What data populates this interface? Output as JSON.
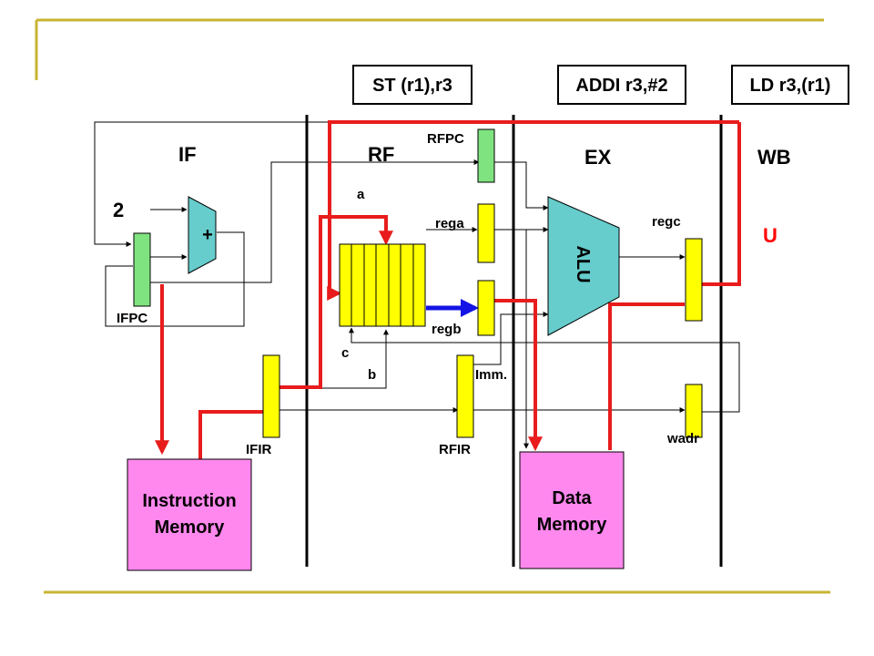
{
  "instructions": [
    "ST (r1),r3",
    "ADDI r3,#2",
    "LD r3,(r1)"
  ],
  "stages": [
    "IF",
    "RF",
    "EX",
    "WB"
  ],
  "registers": {
    "ifpc": "IFPC",
    "rfpc": "RFPC",
    "rega": "rega",
    "regb": "regb",
    "regc": "regc",
    "ifir": "IFIR",
    "rfir": "RFIR",
    "wadr": "wadr"
  },
  "ports": {
    "a": "a",
    "b": "b",
    "c": "c",
    "imm": "Imm."
  },
  "pc_increment": "2",
  "adder_symbol": "+",
  "alu_label": "ALU",
  "u_label": "U",
  "instruction_memory": [
    "Instruction",
    "Memory"
  ],
  "data_memory": [
    "Data",
    "Memory"
  ],
  "colors": {
    "register_green": "#7fe37f",
    "register_yellow": "#ffff00",
    "alu_cyan": "#66cccc",
    "memory_pink": "#ff88ee",
    "active_path_red": "#e81c1c",
    "forward_blue": "#1414e6",
    "frame_olive": "#c8b432",
    "text_red": "#ff0000"
  }
}
